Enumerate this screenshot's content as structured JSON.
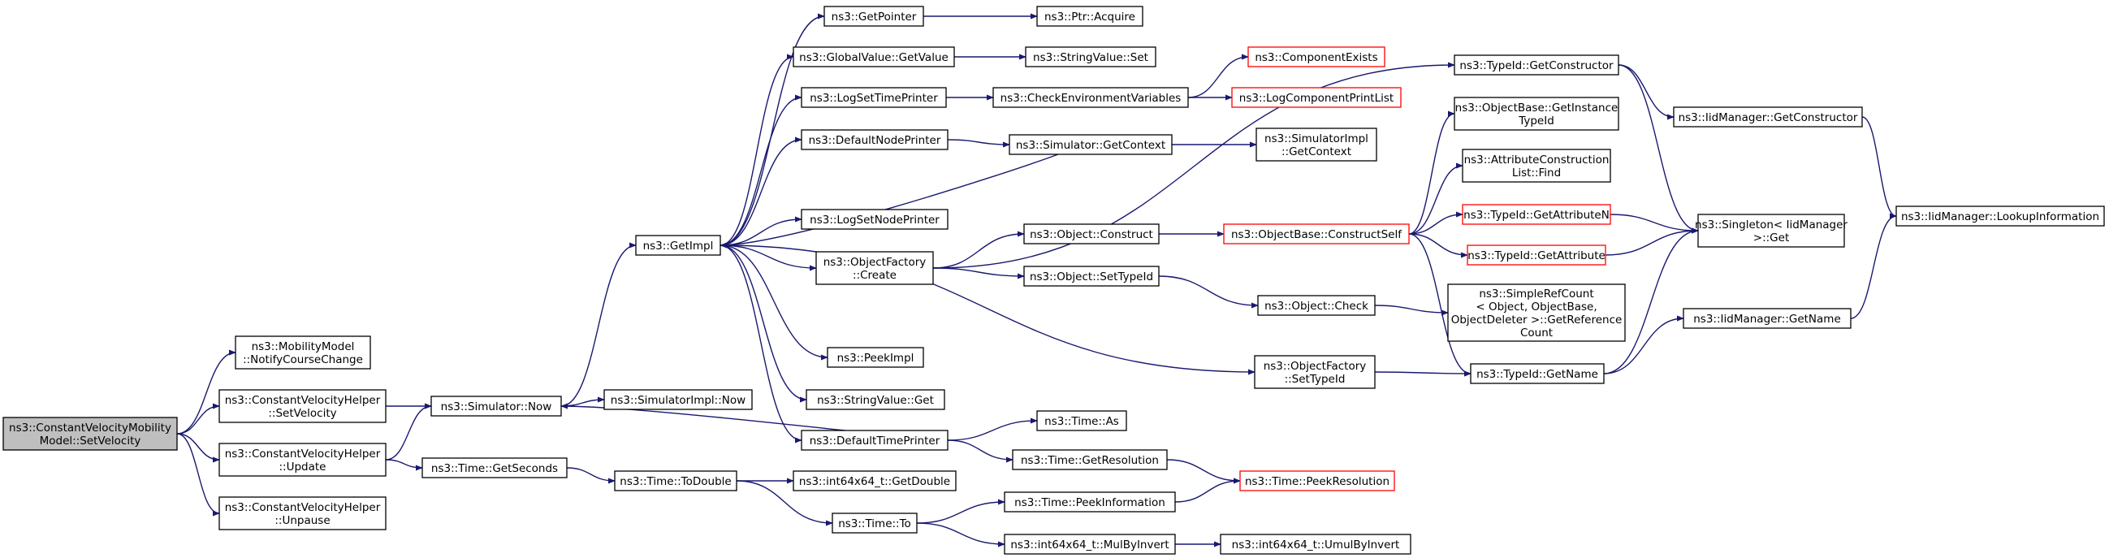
{
  "diagram": {
    "edge_color": "#191970",
    "root_fill": "#bfbfbf",
    "truncated_border_color": "#ff0000",
    "nodes": [
      {
        "id": "root",
        "lines": [
          "ns3::ConstantVelocityMobility",
          "Model::SetVelocity"
        ],
        "style": "root"
      },
      {
        "id": "notify",
        "lines": [
          "ns3::MobilityModel",
          "::NotifyCourseChange"
        ]
      },
      {
        "id": "cvh_setvel",
        "lines": [
          "ns3::ConstantVelocityHelper",
          "::SetVelocity"
        ]
      },
      {
        "id": "cvh_update",
        "lines": [
          "ns3::ConstantVelocityHelper",
          "::Update"
        ]
      },
      {
        "id": "cvh_unpause",
        "lines": [
          "ns3::ConstantVelocityHelper",
          "::Unpause"
        ]
      },
      {
        "id": "sim_now",
        "lines": [
          "ns3::Simulator::Now"
        ]
      },
      {
        "id": "time_getseconds",
        "lines": [
          "ns3::Time::GetSeconds"
        ]
      },
      {
        "id": "getimpl",
        "lines": [
          "ns3::GetImpl"
        ]
      },
      {
        "id": "simimpl_now",
        "lines": [
          "ns3::SimulatorImpl::Now"
        ]
      },
      {
        "id": "time_todouble",
        "lines": [
          "ns3::Time::ToDouble"
        ]
      },
      {
        "id": "getpointer",
        "lines": [
          "ns3::GetPointer"
        ]
      },
      {
        "id": "gv_getvalue",
        "lines": [
          "ns3::GlobalValue::GetValue"
        ]
      },
      {
        "id": "logsettimeprinter",
        "lines": [
          "ns3::LogSetTimePrinter"
        ]
      },
      {
        "id": "defaultnodeprinter",
        "lines": [
          "ns3::DefaultNodePrinter"
        ]
      },
      {
        "id": "logsetnodeprinter",
        "lines": [
          "ns3::LogSetNodePrinter"
        ]
      },
      {
        "id": "objfactory_create",
        "lines": [
          "ns3::ObjectFactory",
          "::Create"
        ]
      },
      {
        "id": "peekimpl",
        "lines": [
          "ns3::PeekImpl"
        ]
      },
      {
        "id": "stringvalue_get",
        "lines": [
          "ns3::StringValue::Get"
        ]
      },
      {
        "id": "defaulttimeprinter",
        "lines": [
          "ns3::DefaultTimePrinter"
        ]
      },
      {
        "id": "int64_getdouble",
        "lines": [
          "ns3::int64x64_t::GetDouble"
        ]
      },
      {
        "id": "time_to",
        "lines": [
          "ns3::Time::To"
        ]
      },
      {
        "id": "ptr_acquire",
        "lines": [
          "ns3::Ptr::Acquire"
        ]
      },
      {
        "id": "stringvalue_set",
        "lines": [
          "ns3::StringValue::Set"
        ]
      },
      {
        "id": "checkenv",
        "lines": [
          "ns3::CheckEnvironmentVariables"
        ]
      },
      {
        "id": "sim_getcontext",
        "lines": [
          "ns3::Simulator::GetContext"
        ]
      },
      {
        "id": "obj_construct",
        "lines": [
          "ns3::Object::Construct"
        ]
      },
      {
        "id": "obj_settypeid",
        "lines": [
          "ns3::Object::SetTypeId"
        ]
      },
      {
        "id": "objfactory_settypeid",
        "lines": [
          "ns3::ObjectFactory",
          "::SetTypeId"
        ]
      },
      {
        "id": "time_as",
        "lines": [
          "ns3::Time::As"
        ]
      },
      {
        "id": "time_getresolution",
        "lines": [
          "ns3::Time::GetResolution"
        ]
      },
      {
        "id": "time_peekinformation",
        "lines": [
          "ns3::Time::PeekInformation"
        ]
      },
      {
        "id": "int64_mulbyinvert",
        "lines": [
          "ns3::int64x64_t::MulByInvert"
        ]
      },
      {
        "id": "componentexists",
        "lines": [
          "ns3::ComponentExists"
        ],
        "style": "truncated"
      },
      {
        "id": "logcomponentprintlist",
        "lines": [
          "ns3::LogComponentPrintList"
        ],
        "style": "truncated"
      },
      {
        "id": "simimpl_getcontext",
        "lines": [
          "ns3::SimulatorImpl",
          "::GetContext"
        ]
      },
      {
        "id": "objbase_constructself",
        "lines": [
          "ns3::ObjectBase::ConstructSelf"
        ],
        "style": "truncated"
      },
      {
        "id": "obj_check",
        "lines": [
          "ns3::Object::Check"
        ]
      },
      {
        "id": "time_peekresolution",
        "lines": [
          "ns3::Time::PeekResolution"
        ],
        "style": "truncated"
      },
      {
        "id": "int64_umulbyinvert",
        "lines": [
          "ns3::int64x64_t::UmulByInvert"
        ]
      },
      {
        "id": "typeid_getconstructor",
        "lines": [
          "ns3::TypeId::GetConstructor"
        ]
      },
      {
        "id": "objbase_getinstancetypeid",
        "lines": [
          "ns3::ObjectBase::GetInstance",
          "TypeId"
        ]
      },
      {
        "id": "attrconstructionlist_find",
        "lines": [
          "ns3::AttributeConstruction",
          "List::Find"
        ]
      },
      {
        "id": "typeid_getattributen",
        "lines": [
          "ns3::TypeId::GetAttributeN"
        ],
        "style": "truncated"
      },
      {
        "id": "typeid_getattribute",
        "lines": [
          "ns3::TypeId::GetAttribute"
        ],
        "style": "truncated"
      },
      {
        "id": "simplerefcount_getrefcount",
        "lines": [
          "ns3::SimpleRefCount",
          "< Object, ObjectBase,",
          " ObjectDeleter >::GetReference",
          "Count"
        ]
      },
      {
        "id": "typeid_getname",
        "lines": [
          "ns3::TypeId::GetName"
        ]
      },
      {
        "id": "iidmanager_getconstructor",
        "lines": [
          "ns3::IidManager::GetConstructor"
        ]
      },
      {
        "id": "singleton_get",
        "lines": [
          "ns3::Singleton< IidManager",
          " >::Get"
        ]
      },
      {
        "id": "iidmanager_getname",
        "lines": [
          "ns3::IidManager::GetName"
        ]
      },
      {
        "id": "iidmanager_lookupinformation",
        "lines": [
          "ns3::IidManager::LookupInformation"
        ]
      }
    ],
    "edges": [
      [
        "root",
        "notify"
      ],
      [
        "root",
        "cvh_setvel"
      ],
      [
        "root",
        "cvh_update"
      ],
      [
        "root",
        "cvh_unpause"
      ],
      [
        "cvh_setvel",
        "sim_now"
      ],
      [
        "cvh_update",
        "sim_now"
      ],
      [
        "cvh_update",
        "time_getseconds"
      ],
      [
        "sim_now",
        "getimpl"
      ],
      [
        "sim_now",
        "simimpl_now"
      ],
      [
        "time_getseconds",
        "time_todouble"
      ],
      [
        "getimpl",
        "getpointer"
      ],
      [
        "getimpl",
        "gv_getvalue"
      ],
      [
        "getimpl",
        "logsettimeprinter"
      ],
      [
        "getimpl",
        "defaultnodeprinter"
      ],
      [
        "getimpl",
        "logsetnodeprinter"
      ],
      [
        "getimpl",
        "objfactory_create"
      ],
      [
        "getimpl",
        "peekimpl"
      ],
      [
        "getimpl",
        "stringvalue_get"
      ],
      [
        "getimpl",
        "defaulttimeprinter"
      ],
      [
        "getimpl",
        "objfactory_settypeid"
      ],
      [
        "getpointer",
        "ptr_acquire"
      ],
      [
        "gv_getvalue",
        "stringvalue_set"
      ],
      [
        "logsettimeprinter",
        "checkenv"
      ],
      [
        "defaultnodeprinter",
        "sim_getcontext"
      ],
      [
        "sim_getcontext",
        "getimpl"
      ],
      [
        "sim_getcontext",
        "simimpl_getcontext"
      ],
      [
        "objfactory_create",
        "obj_construct"
      ],
      [
        "objfactory_create",
        "obj_settypeid"
      ],
      [
        "objfactory_create",
        "typeid_getconstructor"
      ],
      [
        "defaulttimeprinter",
        "sim_now"
      ],
      [
        "defaulttimeprinter",
        "time_as"
      ],
      [
        "defaulttimeprinter",
        "time_getresolution"
      ],
      [
        "time_todouble",
        "int64_getdouble"
      ],
      [
        "time_todouble",
        "time_to"
      ],
      [
        "time_to",
        "time_peekinformation"
      ],
      [
        "time_to",
        "int64_mulbyinvert"
      ],
      [
        "checkenv",
        "componentexists"
      ],
      [
        "checkenv",
        "logcomponentprintlist"
      ],
      [
        "obj_construct",
        "objbase_constructself"
      ],
      [
        "obj_settypeid",
        "obj_check"
      ],
      [
        "objfactory_settypeid",
        "typeid_getname"
      ],
      [
        "time_getresolution",
        "time_peekresolution"
      ],
      [
        "time_peekinformation",
        "time_peekresolution"
      ],
      [
        "int64_mulbyinvert",
        "int64_umulbyinvert"
      ],
      [
        "objbase_constructself",
        "objbase_getinstancetypeid"
      ],
      [
        "objbase_constructself",
        "attrconstructionlist_find"
      ],
      [
        "objbase_constructself",
        "typeid_getattributen"
      ],
      [
        "objbase_constructself",
        "typeid_getattribute"
      ],
      [
        "objbase_constructself",
        "typeid_getname"
      ],
      [
        "obj_check",
        "simplerefcount_getrefcount"
      ],
      [
        "typeid_getconstructor",
        "iidmanager_getconstructor"
      ],
      [
        "typeid_getconstructor",
        "singleton_get"
      ],
      [
        "typeid_getattributen",
        "singleton_get"
      ],
      [
        "typeid_getattribute",
        "singleton_get"
      ],
      [
        "typeid_getname",
        "singleton_get"
      ],
      [
        "typeid_getname",
        "iidmanager_getname"
      ],
      [
        "iidmanager_getconstructor",
        "iidmanager_lookupinformation"
      ],
      [
        "iidmanager_getname",
        "iidmanager_lookupinformation"
      ]
    ]
  }
}
